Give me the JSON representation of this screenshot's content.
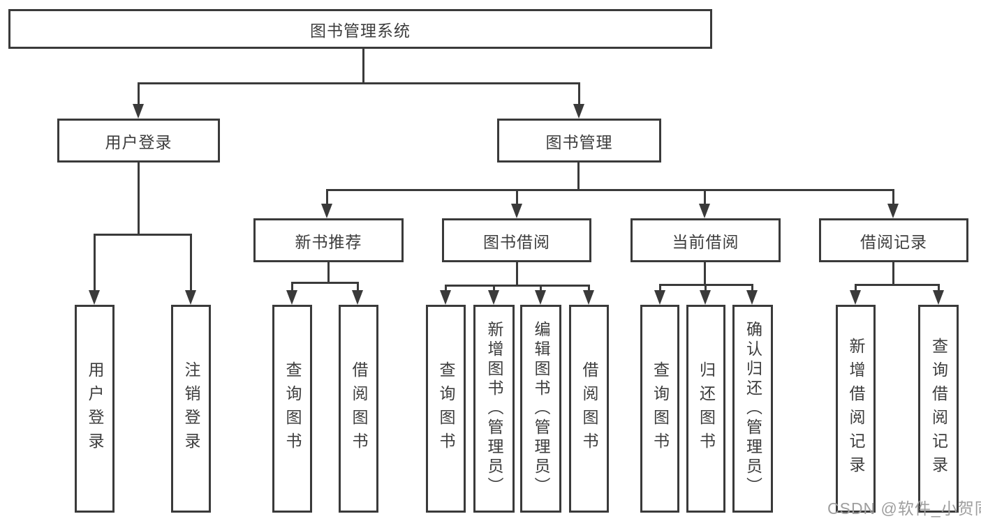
{
  "diagram": {
    "background": "#ffffff",
    "line_color": "#3a3a3a",
    "text_color": "#3d3d3d",
    "watermark_color": "#9e9e9e",
    "tree": {
      "label": "图书管理系统",
      "children": [
        {
          "label": "用户登录",
          "children": [
            {
              "label": "用户登录"
            },
            {
              "label": "注销登录"
            }
          ]
        },
        {
          "label": "图书管理",
          "children": [
            {
              "label": "新书推荐",
              "children": [
                {
                  "label": "查询图书"
                },
                {
                  "label": "借阅图书"
                }
              ]
            },
            {
              "label": "图书借阅",
              "children": [
                {
                  "label": "查询图书"
                },
                {
                  "label": "新增图书（管理员）"
                },
                {
                  "label": "编辑图书（管理员）"
                },
                {
                  "label": "借阅图书"
                }
              ]
            },
            {
              "label": "当前借阅",
              "children": [
                {
                  "label": "查询图书"
                },
                {
                  "label": "归还图书"
                },
                {
                  "label": "确认归还（管理员）"
                }
              ]
            },
            {
              "label": "借阅记录",
              "children": [
                {
                  "label": "新增借阅记录"
                },
                {
                  "label": "查询借阅记录"
                }
              ]
            }
          ]
        }
      ]
    },
    "watermark": "CSDN @软件_小贺同学"
  }
}
